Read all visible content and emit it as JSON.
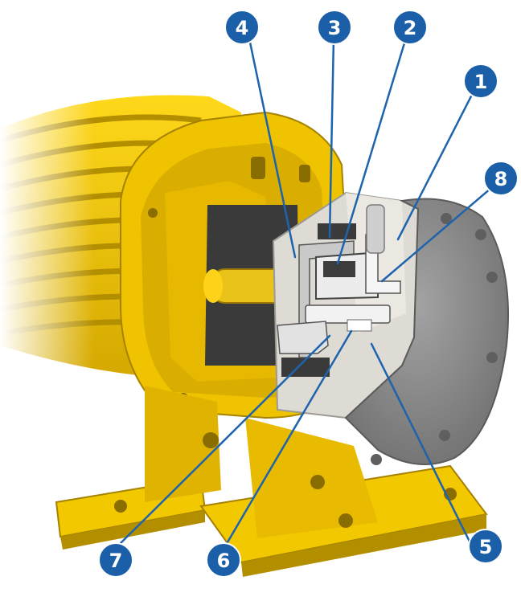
{
  "diagram": {
    "subject": "pump-cutaway",
    "colors": {
      "housing": "#f2c800",
      "housing_shadow": "#c9a000",
      "housing_dark": "#9a7a00",
      "cover": "#8e8e8e",
      "cover_light": "#b5b5b5",
      "section": "#dcdcd8",
      "internal_dark": "#2d2d2d",
      "callout": "#1a5fa8",
      "callout_line": "#1d63ad"
    },
    "callouts": [
      {
        "id": "1",
        "label": "1"
      },
      {
        "id": "2",
        "label": "2"
      },
      {
        "id": "3",
        "label": "3"
      },
      {
        "id": "4",
        "label": "4"
      },
      {
        "id": "5",
        "label": "5"
      },
      {
        "id": "6",
        "label": "6"
      },
      {
        "id": "7",
        "label": "7"
      },
      {
        "id": "8",
        "label": "8"
      }
    ]
  }
}
